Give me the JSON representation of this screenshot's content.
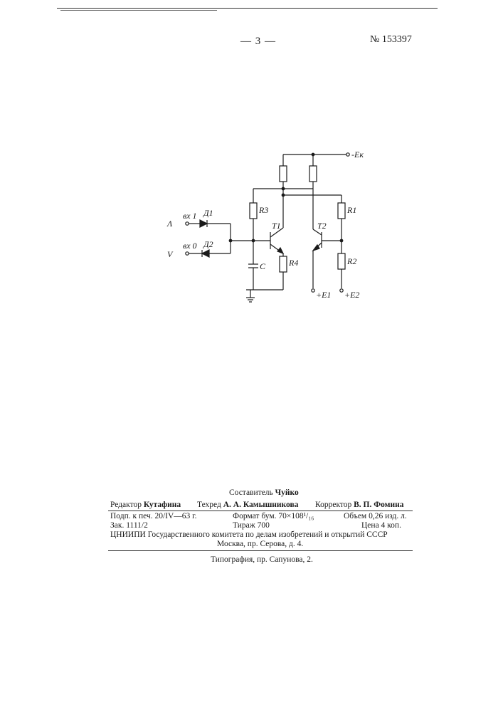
{
  "header": {
    "page_number": "— 3 —",
    "patent_number": "№ 153397"
  },
  "schematic": {
    "supply_ek": "-Eк",
    "supply_e1": "+E1",
    "supply_e2": "+E2",
    "input1_label": "вх 1",
    "input0_label": "вх 0",
    "input1_signal": "Λ",
    "input0_signal": "V",
    "d1": "Д1",
    "d2": "Д2",
    "r1": "R1",
    "r2": "R2",
    "r3": "R3",
    "r4": "R4",
    "t1": "T1",
    "t2": "T2",
    "c": "C"
  },
  "imprint": {
    "compiler_role": "Составитель",
    "compiler_name": "Чуйко",
    "editor_role": "Редактор",
    "editor_name": "Кутафина",
    "techred_role": "Техред",
    "techred_name": "А. А. Камышникова",
    "corrector_role": "Корректор",
    "corrector_name": "В. П. Фомина",
    "signed": "Подп. к печ. 20/IV—63 г.",
    "format": "Формат бум. 70×108¹/₁₆",
    "volume": "Объем 0,26 изд. л.",
    "order": "Зак. 1111/2",
    "circulation": "Тираж 700",
    "price": "Цена 4 коп.",
    "institute": "ЦНИИПИ Государственного комитета по делам изобретений и открытий СССР",
    "address": "Москва, пр. Серова, д. 4.",
    "printer": "Типография, пр. Сапунова, 2."
  }
}
